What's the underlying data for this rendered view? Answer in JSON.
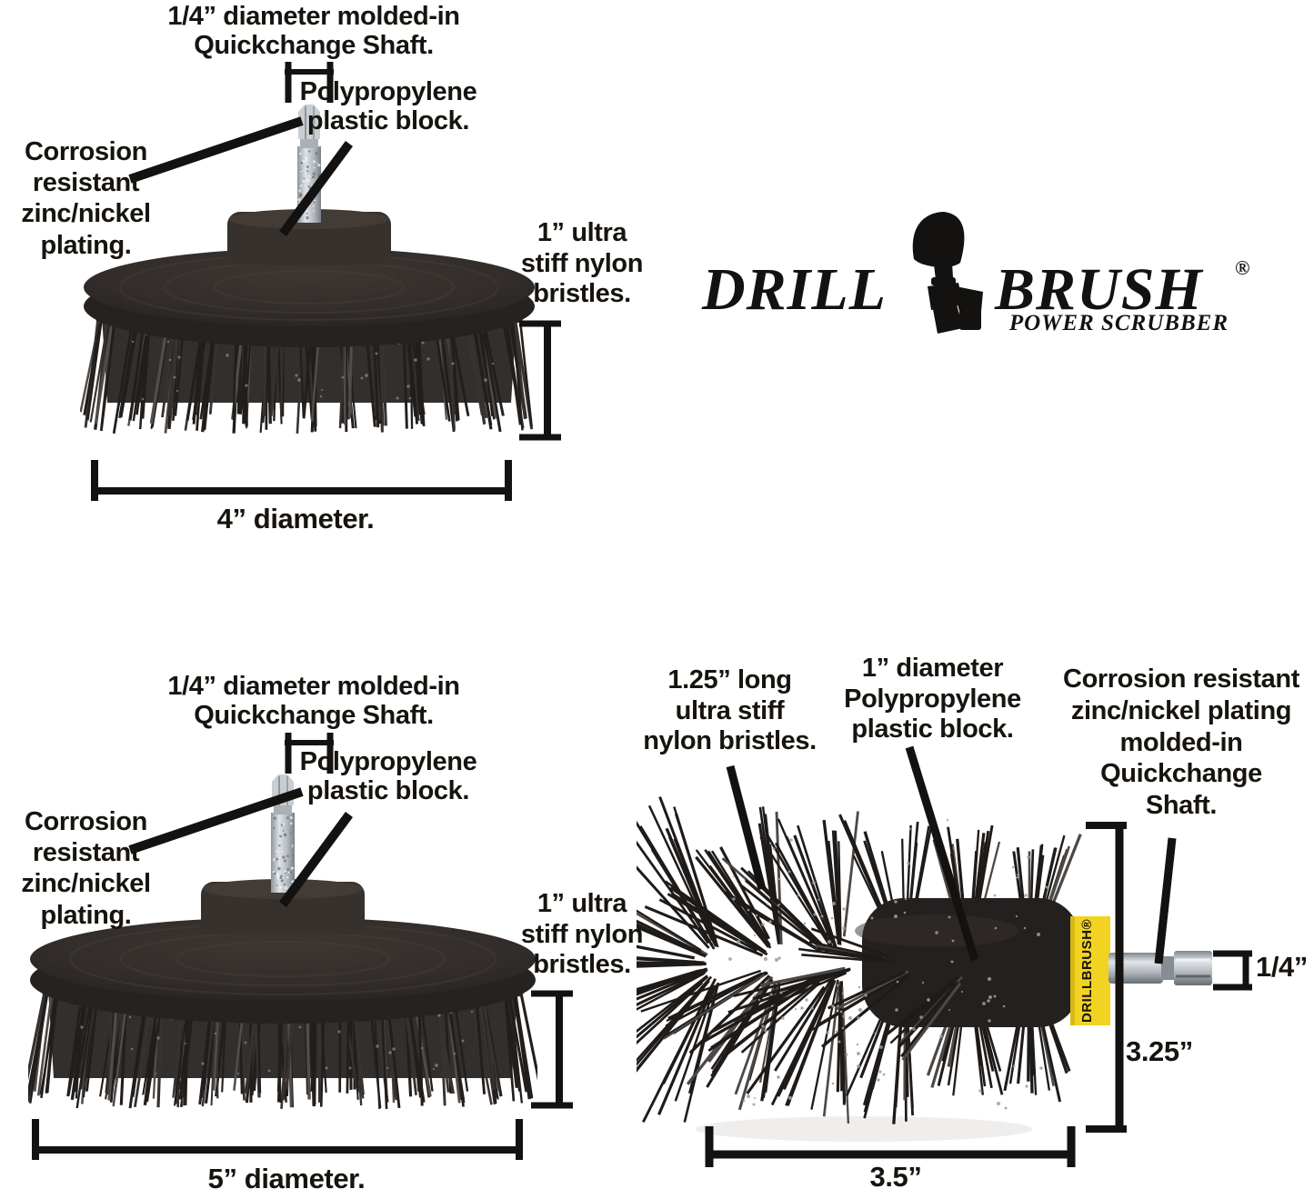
{
  "brand": {
    "logo_left": "DRILL",
    "logo_right": "BRUSH",
    "registered": "®",
    "tagline": "POWER SCRUBBER",
    "band_text": "DRILLBRUSH®"
  },
  "colors": {
    "background": "#ffffff",
    "text": "#17140f",
    "line": "#141210",
    "brush_body": "#2e2927",
    "bristle": "#201d1b",
    "metal": "#c3c8cd",
    "band_yellow": "#f2d322"
  },
  "brush_4": {
    "title_line1": "1/4” diameter molded-in",
    "title_line2": "Quickchange Shaft.",
    "block_label_line1": "Polypropylene",
    "block_label_line2": "plastic block.",
    "plating_label_lines": [
      "Corrosion",
      "resistant",
      "zinc/nickel",
      "plating."
    ],
    "bristle_label_lines": [
      "1” ultra",
      "stiff nylon",
      "bristles."
    ],
    "diameter_label": "4” diameter."
  },
  "brush_5": {
    "title_line1": "1/4” diameter molded-in",
    "title_line2": "Quickchange Shaft.",
    "block_label_line1": "Polypropylene",
    "block_label_line2": "plastic block.",
    "plating_label_lines": [
      "Corrosion",
      "resistant",
      "zinc/nickel",
      "plating."
    ],
    "bristle_label_lines": [
      "1” ultra",
      "stiff nylon",
      "bristles."
    ],
    "diameter_label": "5” diameter."
  },
  "bullet_brush": {
    "bristle_label_lines": [
      "1.25” long",
      "ultra stiff",
      "nylon bristles."
    ],
    "block_label_lines": [
      "1” diameter",
      "Polypropylene",
      "plastic block."
    ],
    "shaft_label_lines": [
      "Corrosion resistant",
      "zinc/nickel plating",
      "molded-in",
      "Quickchange",
      "Shaft."
    ],
    "dim_height": "3.25”",
    "dim_shaft": "1/4”",
    "dim_width": "3.5”"
  }
}
